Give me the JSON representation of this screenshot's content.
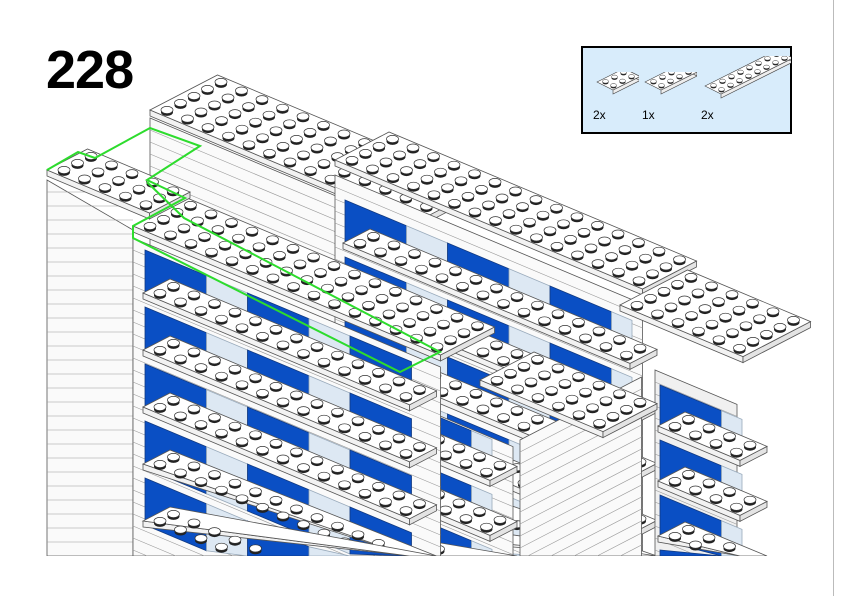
{
  "step_number": "228",
  "parts_callout": {
    "items": [
      {
        "part": "plate-2x3-white",
        "quantity": "2x"
      },
      {
        "part": "plate-2x4-white",
        "quantity": "1x"
      },
      {
        "part": "plate-2x8-white",
        "quantity": "2x"
      }
    ]
  },
  "colors": {
    "window_blue": "#0a4fc4",
    "glass": "#dde8f3",
    "highlight_outline": "#2ddc2d",
    "callout_bg": "#d8ecfb"
  }
}
